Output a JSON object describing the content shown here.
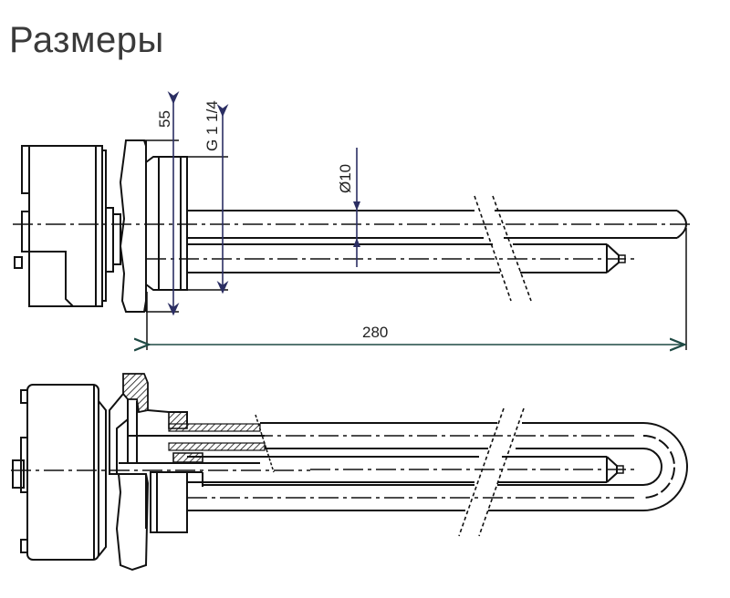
{
  "title": "Размеры",
  "colors": {
    "line": "#111111",
    "dimension_line": "#2b2e63",
    "length_dimension_line": "#1f4a44",
    "title_text": "#3a3a3a",
    "background": "#ffffff"
  },
  "top_view": {
    "dimensions": {
      "flange": "55",
      "thread": "G 1 1/4",
      "tube_diameter": "Ø10",
      "length": "280"
    }
  },
  "bottom_view": {
    "description": "Sectional view with U-shaped heating tube and thermostat sleeve"
  }
}
